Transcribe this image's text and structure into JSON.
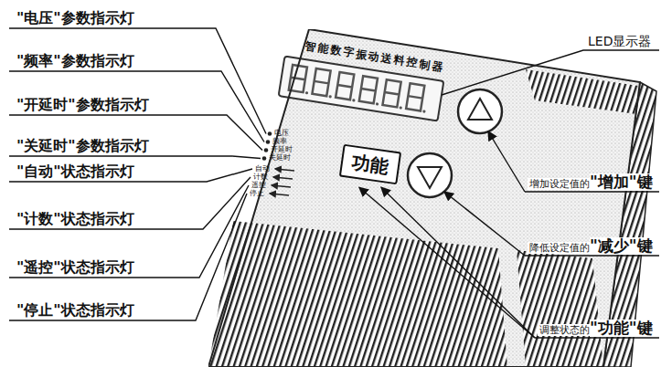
{
  "diagram": {
    "nodes": [
      {
        "text": [
          "智能数字振动送料控制器"
        ]
      },
      {
        "text": [
          "功能"
        ],
        "in": 0
      }
    ],
    "labels": [
      "\"电压\"参数指示灯",
      "\"频率\"参数指示灯",
      "\"开延时\"参数指示灯",
      "\"关延时\"参数指示灯",
      "\"自动\"状态指示灯",
      "\"计数\"状态指示灯",
      "\"遥控\"状态指示灯",
      "\"停止\"状态指示灯",
      "LED显示器",
      "增加设定值的",
      "\"增加\"键",
      "降低设定值的",
      "\"减少\"键",
      "调整状态的",
      "\"功能\"键",
      "电压",
      "频率",
      "开延时",
      "关延时",
      "自动",
      "计数",
      "遥控",
      "停止"
    ]
  }
}
